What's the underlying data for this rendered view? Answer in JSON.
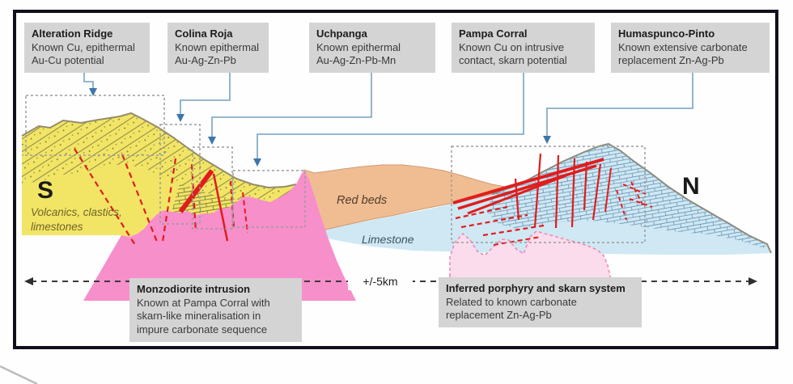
{
  "callouts": {
    "alteration_ridge": {
      "title": "Alteration Ridge",
      "lines": [
        "Known Cu, epithermal",
        "Au-Cu potential"
      ]
    },
    "colina_roja": {
      "title": "Colina Roja",
      "lines": [
        "Known epithermal",
        "Au-Ag-Zn-Pb"
      ]
    },
    "uchpanga": {
      "title": "Uchpanga",
      "lines": [
        "Known epithermal",
        "Au-Ag-Zn-Pb-Mn"
      ]
    },
    "pampa_corral": {
      "title": "Pampa Corral",
      "lines": [
        "Known Cu on intrusive",
        "contact, skarn potential"
      ]
    },
    "humaspunco_pinto": {
      "title": "Humaspunco-Pinto",
      "lines": [
        "Known extensive carbonate",
        "replacement Zn-Ag-Pb"
      ]
    },
    "monzodiorite": {
      "title": "Monzodiorite intrusion",
      "lines": [
        "Known at Pampa Corral with",
        "skarn-like mineralisation in",
        "impure carbonate sequence"
      ]
    },
    "inferred_system": {
      "title": "Inferred porphyry and skarn system",
      "lines": [
        "Related to known carbonate",
        "replacement Zn-Ag-Pb"
      ]
    }
  },
  "section_labels": {
    "south": "S",
    "north": "N",
    "volcanics_line1": "Volcanics, clastics,",
    "volcanics_line2": "limestones",
    "red_beds": "Red beds",
    "limestone": "Limestone",
    "scale": "+/-5km"
  },
  "palette": {
    "volcanics_yellow": "#f2e566",
    "intrusion_pink": "#f78fcb",
    "porphyry_light_pink": "#fbdcec",
    "red_beds_tan": "#f0bd92",
    "limestone_blue": "#cfe8f4",
    "vein_red": "#e11c1c",
    "callout_gray": "#d4d4d4",
    "connector_blue": "#85aec8",
    "arrow_blue": "#3d76ab",
    "outline_gray": "#9b9b9b"
  }
}
